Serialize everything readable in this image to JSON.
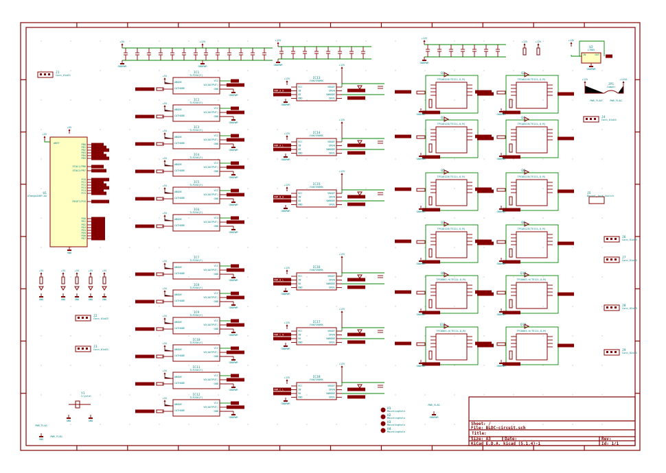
{
  "colors": {
    "frame": "#840000",
    "component": "#840000",
    "wire": "#008400",
    "text": "#008484",
    "ic_fill": "#ffffc2",
    "background": "#ffffff"
  },
  "title_block": {
    "sheet": "Sheet: /",
    "file": "File: BLDC-circuit.sch",
    "title": "Title:",
    "size": "Size: A3",
    "date": "Date:",
    "tool": "KiCad E.D.A.  kicad (5.1.4)-1",
    "rev": "Rev:",
    "id": "Id: 1/1"
  },
  "power": {
    "p5": "+5V",
    "p12": "+12V",
    "p12a": "+12VA",
    "gnd": "GND",
    "gndpwr": "GNDPWR"
  },
  "mcu": {
    "ref": "U1",
    "value": "ATmega328P-AU",
    "aref": "AREF",
    "pins": [
      "PB0",
      "PB1",
      "PB2",
      "PB3",
      "PB4",
      "PB5",
      "XTAL1/PB6",
      "XTAL2/PB7",
      "PC0",
      "PC1",
      "PC2",
      "PC3",
      "PC4",
      "PC5",
      "RESET/PC6",
      "PD0",
      "PD1",
      "PD2",
      "PD3",
      "PD4",
      "PD5",
      "PD6",
      "PD7"
    ]
  },
  "optocoupler": {
    "value": "TLP250(F)",
    "pins_left": [
      "ANODE",
      "CATHODE"
    ],
    "pins_right": [
      "VCC",
      "VO(OUTPUT)",
      "GND"
    ],
    "refs": [
      "IC1",
      "IC2",
      "IC3",
      "IC4",
      "IC5",
      "IC6",
      "IC7",
      "IC8",
      "IC9",
      "IC10",
      "IC11",
      "IC12"
    ]
  },
  "driver": {
    "value": "FAN7390MX",
    "pins_left": [
      "VCC",
      "IN",
      "SD",
      "GND"
    ],
    "pins_right": [
      "VBOOT",
      "DRVH",
      "SWNODE",
      "DRVL"
    ],
    "refs": [
      "IC13",
      "IC14",
      "IC15",
      "IC16",
      "IC17",
      "IC18"
    ]
  },
  "mosfet": {
    "value_high": "TPCA8128(TE12L,Q,M)",
    "value_low": "TPC8065-H(TE12L,Q,M)",
    "refs": [
      "Q1",
      "Q2",
      "Q3",
      "Q4",
      "Q5",
      "Q6",
      "Q7",
      "Q8",
      "Q9",
      "Q10",
      "Q11",
      "Q12"
    ]
  },
  "regulator": {
    "ref": "U2",
    "value": "L7805",
    "in": "IN",
    "out": "OUT"
  },
  "jumper": {
    "ref": "JP1",
    "value": "Jumper"
  },
  "pwr_flags": [
    "PWR_FLAG",
    "PWR_FLAG",
    "PWR_FLAG",
    "PWR_FLAG",
    "PWR_FLAG"
  ],
  "barrel_jack": {
    "ref": "J5",
    "value": "Barrel_Jack_Switch"
  },
  "connectors": [
    {
      "ref": "J1",
      "value": "Conn_01x03"
    },
    {
      "ref": "J2",
      "value": "Conn_01x03"
    },
    {
      "ref": "J3",
      "value": "Conn_01x03"
    },
    {
      "ref": "J4",
      "value": "Conn_01x04"
    },
    {
      "ref": "J6",
      "value": "Conn_01x03"
    },
    {
      "ref": "J7",
      "value": "Conn_01x03"
    },
    {
      "ref": "J8",
      "value": "Conn_02x03"
    },
    {
      "ref": "J9",
      "value": "Conn_02x03"
    }
  ],
  "crystal": {
    "ref": "Y1",
    "value": "Crystal"
  },
  "mounting_holes": [
    {
      "ref": "H1",
      "value": "MountingHole"
    },
    {
      "ref": "H2",
      "value": "MountingHole"
    },
    {
      "ref": "H3",
      "value": "MountingHole"
    },
    {
      "ref": "H4",
      "value": "MountingHole"
    }
  ],
  "net_labels": [
    "PWM_A_H",
    "PWM_A_L",
    "PWM_B_H",
    "PWM_B_L",
    "PWM_C_H",
    "PWM_C_L"
  ]
}
